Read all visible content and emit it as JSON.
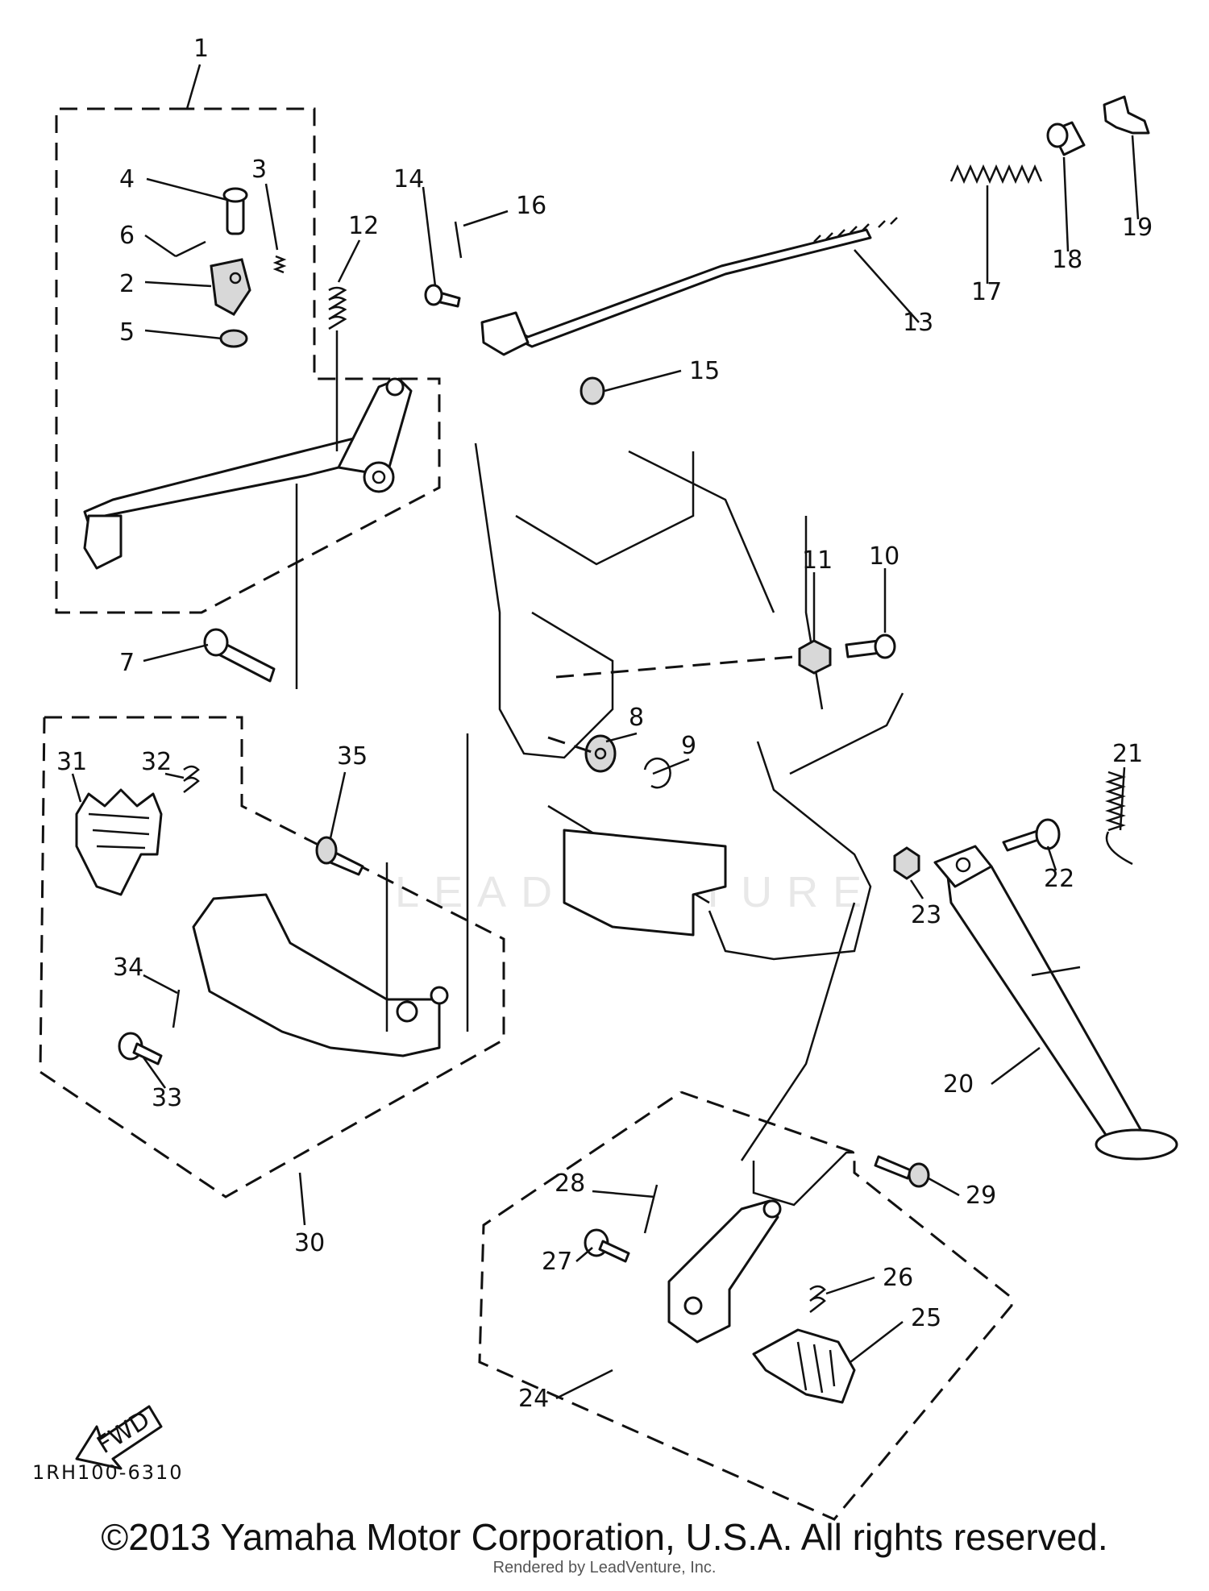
{
  "diagram": {
    "drawing_code": "1RH100-6310",
    "watermark": "LEADVENTURE",
    "fwd_label": "FWD",
    "callouts": [
      {
        "id": "1",
        "label": "1"
      },
      {
        "id": "2",
        "label": "2"
      },
      {
        "id": "3",
        "label": "3"
      },
      {
        "id": "4",
        "label": "4"
      },
      {
        "id": "5",
        "label": "5"
      },
      {
        "id": "6",
        "label": "6"
      },
      {
        "id": "7",
        "label": "7"
      },
      {
        "id": "8",
        "label": "8"
      },
      {
        "id": "9",
        "label": "9"
      },
      {
        "id": "10",
        "label": "10"
      },
      {
        "id": "11",
        "label": "11"
      },
      {
        "id": "12",
        "label": "12"
      },
      {
        "id": "13",
        "label": "13"
      },
      {
        "id": "14",
        "label": "14"
      },
      {
        "id": "15",
        "label": "15"
      },
      {
        "id": "16",
        "label": "16"
      },
      {
        "id": "17",
        "label": "17"
      },
      {
        "id": "18",
        "label": "18"
      },
      {
        "id": "19",
        "label": "19"
      },
      {
        "id": "20",
        "label": "20"
      },
      {
        "id": "21",
        "label": "21"
      },
      {
        "id": "22",
        "label": "22"
      },
      {
        "id": "23",
        "label": "23"
      },
      {
        "id": "24",
        "label": "24"
      },
      {
        "id": "25",
        "label": "25"
      },
      {
        "id": "26",
        "label": "26"
      },
      {
        "id": "27",
        "label": "27"
      },
      {
        "id": "28",
        "label": "28"
      },
      {
        "id": "29",
        "label": "29"
      },
      {
        "id": "30",
        "label": "30"
      },
      {
        "id": "31",
        "label": "31"
      },
      {
        "id": "32",
        "label": "32"
      },
      {
        "id": "33",
        "label": "33"
      },
      {
        "id": "34",
        "label": "34"
      },
      {
        "id": "35",
        "label": "35"
      }
    ]
  },
  "footer": {
    "copyright": "©2013 Yamaha Motor Corporation, U.S.A. All rights reserved.",
    "rendered_by": "Rendered by LeadVenture, Inc."
  }
}
